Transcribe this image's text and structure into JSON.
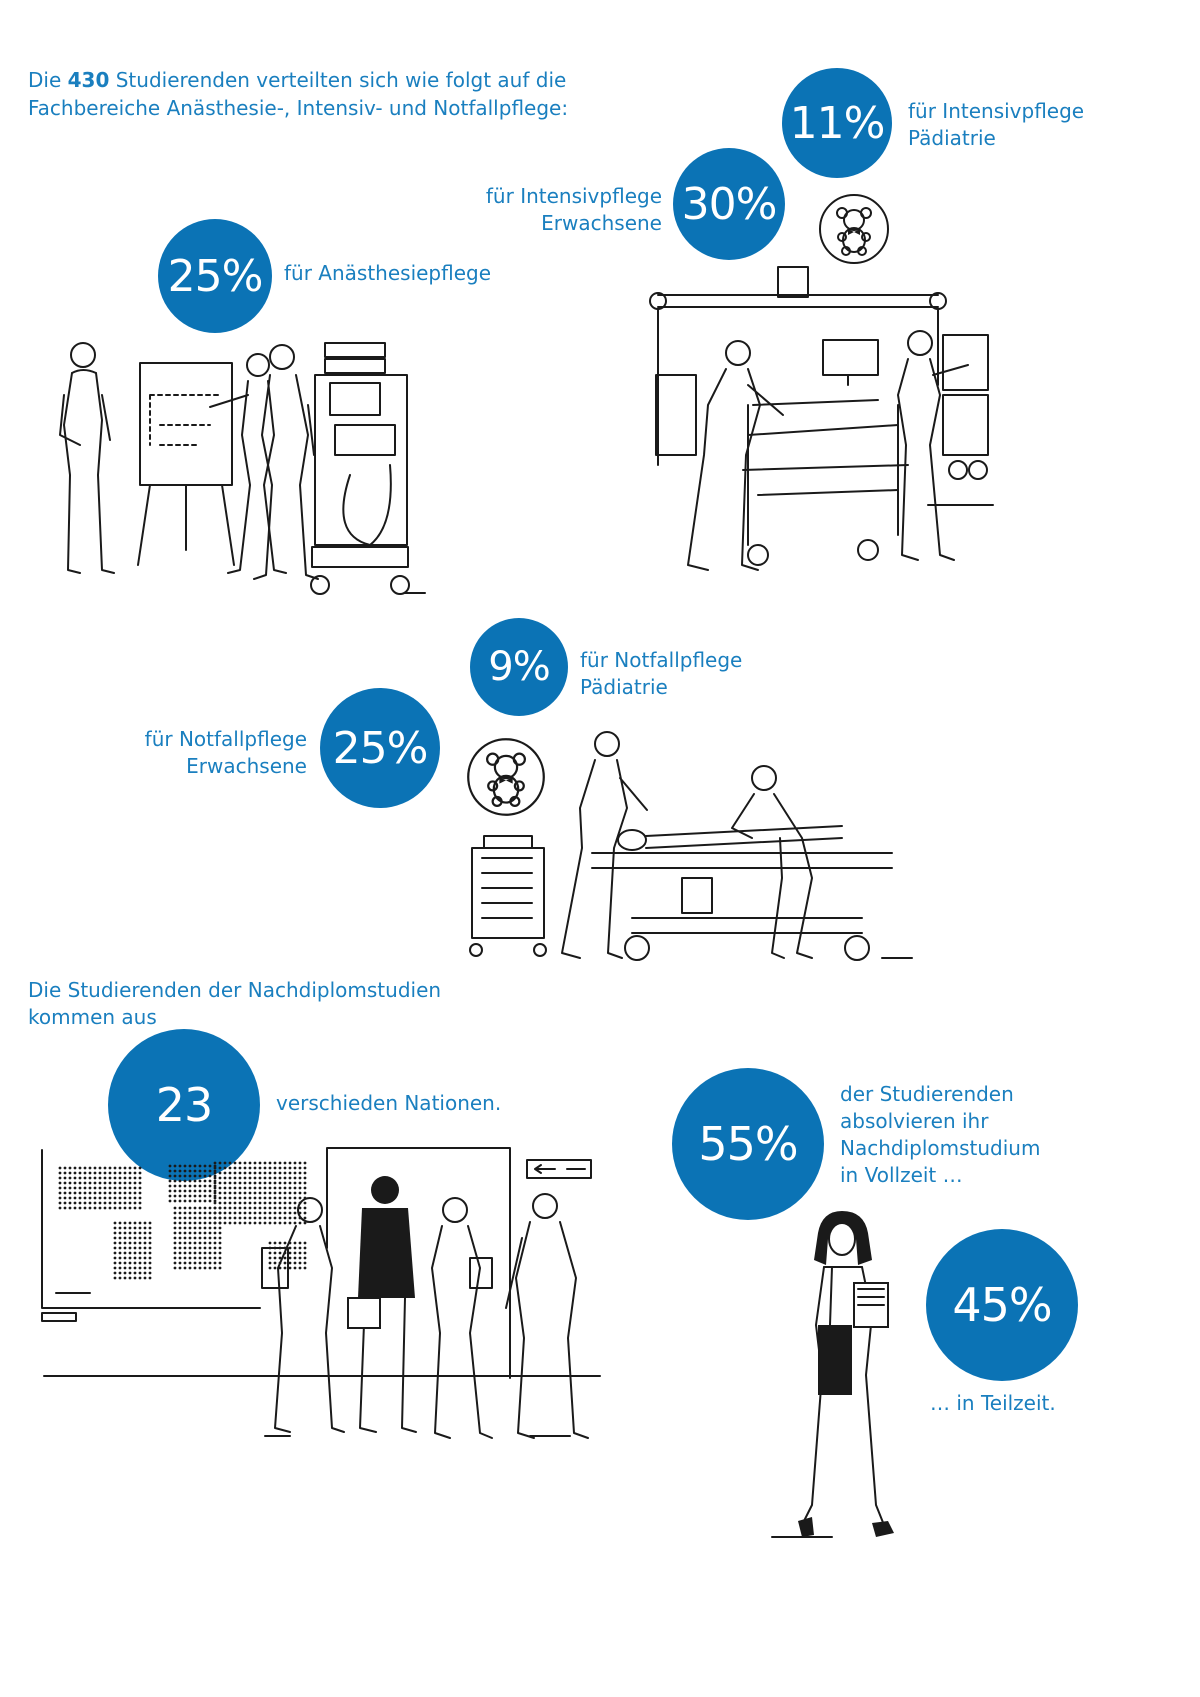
{
  "intro": {
    "prefix": "Die ",
    "count": "430",
    "suffix": " Studierenden verteilten sich wie folgt auf die",
    "line2": "Fachbereiche Anästhesie-, Intensiv- und Notfallpflege:"
  },
  "stats": {
    "intensiv_paed": {
      "value": "11%",
      "line1": "für Intensivpflege",
      "line2": "Pädiatrie"
    },
    "intensiv_erw": {
      "value": "30%",
      "line1": "für Intensivpflege",
      "line2": "Erwachsene"
    },
    "anaesthesie": {
      "value": "25%",
      "line1": "für Anästhesiepflege"
    },
    "notfall_paed": {
      "value": "9%",
      "line1": "für Notfallpflege",
      "line2": "Pädiatrie"
    },
    "notfall_erw": {
      "value": "25%",
      "line1": "für Notfallpflege",
      "line2": "Erwachsene"
    }
  },
  "nations": {
    "heading1": "Die Studierenden der Nachdiplomstudien",
    "heading2": "kommen aus",
    "value": "23",
    "label": "verschieden Nationen."
  },
  "vollzeit": {
    "value": "55%",
    "line1": "der Studierenden",
    "line2": "absolvieren ihr",
    "line3": "Nachdiplomstudium",
    "line4": "in Vollzeit …"
  },
  "teilzeit": {
    "value": "45%",
    "label": "… in Teilzeit."
  },
  "icons": {
    "teddy": "teddy-bear-icon",
    "arrow": "arrow-left-icon"
  },
  "colors": {
    "accent": "#0b73b5",
    "text": "#1a7fbf",
    "ink": "#1a1a1a"
  }
}
